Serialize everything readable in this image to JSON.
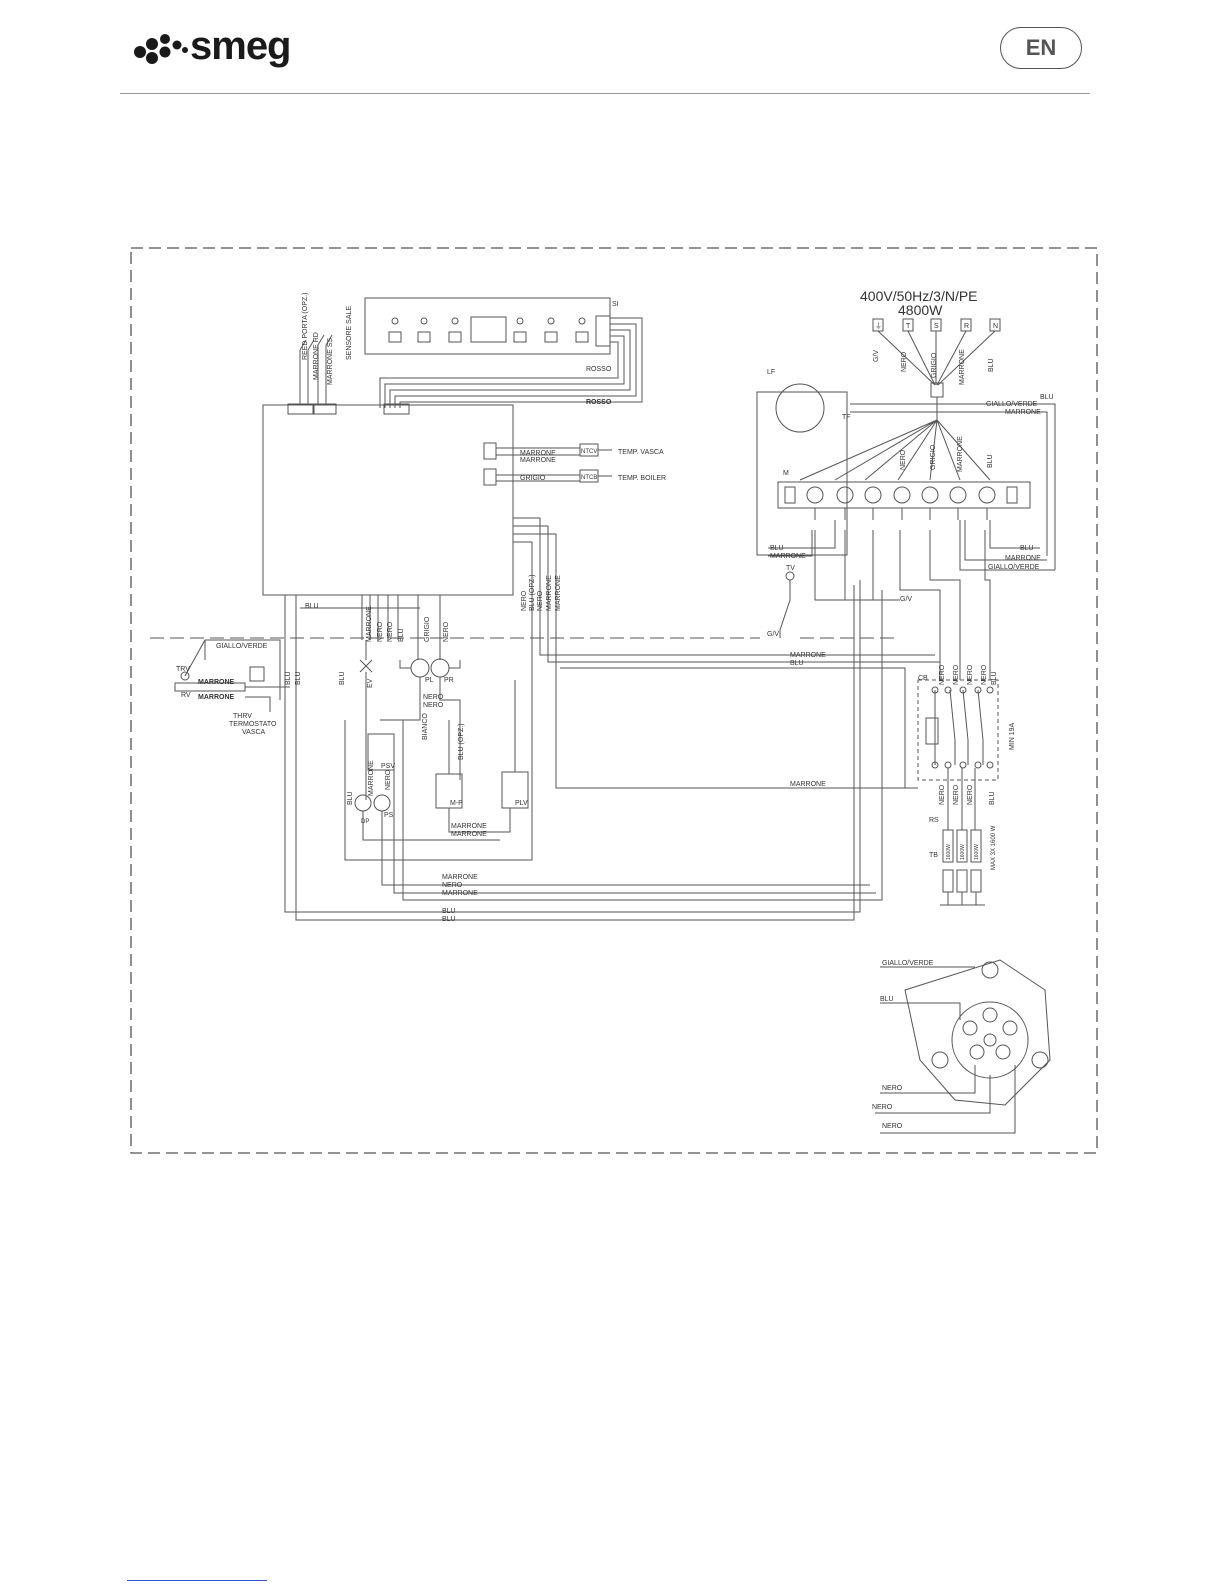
{
  "header": {
    "brand": "smeg",
    "language": "EN"
  },
  "supply": {
    "spec_line1": "400V/50Hz/3/N/PE",
    "spec_line2": "4800W",
    "terminals": [
      "⏚",
      "T",
      "S",
      "R",
      "N"
    ],
    "wire_colors": [
      "G/V",
      "NERO",
      "GRIGIO",
      "MARRONE",
      "BLU"
    ]
  },
  "labels": {
    "reed": "REED PORTA (OPZ.)",
    "marrone_rd": "MARRONE RD",
    "marrone_ss": "MARRONE SS",
    "sensore": "SENSORE SALE",
    "si": "SI",
    "rosso1": "ROSSO",
    "rosso2": "ROSSO",
    "marrone": "MARRONE",
    "grigio": "GRIGIO",
    "ntcv": "NTCV",
    "ntcb": "NTCB",
    "temp_vasca": "TEMP. VASCA",
    "temp_boiler": "TEMP. BOILER",
    "lf": "LF",
    "tf": "TF",
    "m": "M",
    "tv": "TV",
    "gv": "G/V",
    "blu": "BLU",
    "giallo_verde": "GIALLO/VERDE",
    "trv": "TRV",
    "rv": "RV",
    "thrv": "THRV",
    "termostato": "TERMOSTATO",
    "vasca": "VASCA",
    "nero": "NERO",
    "pl": "PL",
    "pr": "PR",
    "ev": "EV",
    "bianco": "BIANCO",
    "blu_opz": "BLU (OPZ.)",
    "psv": "PSV",
    "ps": "PS",
    "dp": "DP",
    "mp": "M-P",
    "plv": "PLV",
    "cb": "CB",
    "min": "MIN 19A",
    "rs": "RS",
    "tb": "TB",
    "max": "MAX 3X 1600 W",
    "res": "1600W"
  }
}
